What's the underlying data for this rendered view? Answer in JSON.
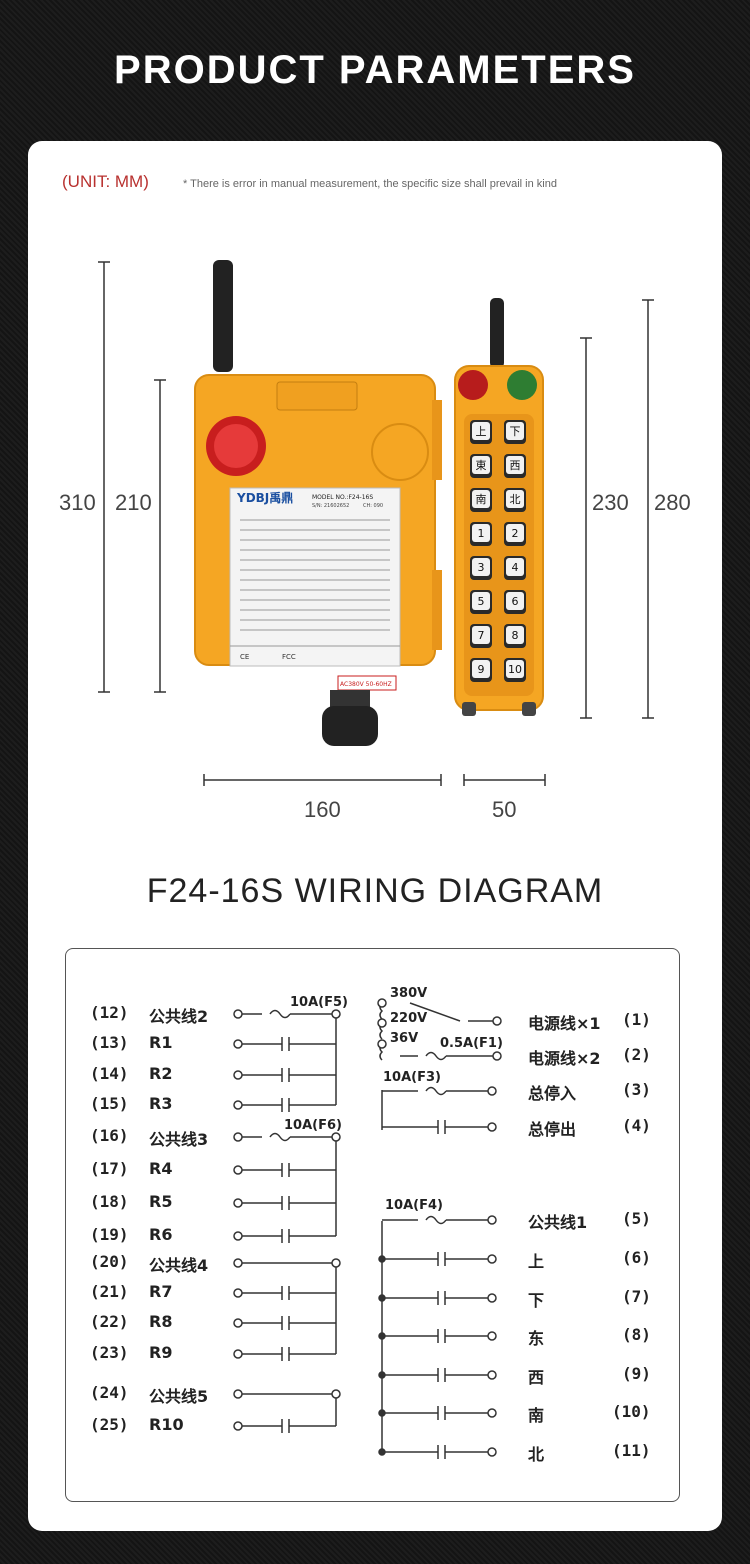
{
  "header": {
    "title": "PRODUCT  PARAMETERS"
  },
  "unit": {
    "label": "(UNIT: MM)",
    "note": "* There is error in manual measurement, the specific size shall prevail in kind"
  },
  "dimensions": {
    "h310": "310",
    "h210": "210",
    "h230": "230",
    "h280": "280",
    "w160": "160",
    "w50": "50"
  },
  "receiver": {
    "brand": "YDBJ禹鼎",
    "model": "MODEL NO.:F24-16S",
    "sn": "S/N: 21602652",
    "ch": "CH: 090",
    "cert_ce": "CE",
    "cert_fcc": "FCC",
    "voltage": "AC380V 50-60HZ"
  },
  "transmitter": {
    "buttons": [
      "上",
      "下",
      "東",
      "西",
      "南",
      "北",
      "1",
      "2",
      "3",
      "4",
      "5",
      "6",
      "7",
      "8",
      "9",
      "10"
    ]
  },
  "wiring": {
    "title": "F24-16S WIRING DIAGRAM",
    "left": [
      {
        "num": "(12)",
        "label": "公共线2"
      },
      {
        "num": "(13)",
        "label": "R1"
      },
      {
        "num": "(14)",
        "label": "R2"
      },
      {
        "num": "(15)",
        "label": "R3"
      },
      {
        "num": "(16)",
        "label": "公共线3"
      },
      {
        "num": "(17)",
        "label": "R4"
      },
      {
        "num": "(18)",
        "label": "R5"
      },
      {
        "num": "(19)",
        "label": "R6"
      },
      {
        "num": "(20)",
        "label": "公共线4"
      },
      {
        "num": "(21)",
        "label": "R7"
      },
      {
        "num": "(22)",
        "label": "R8"
      },
      {
        "num": "(23)",
        "label": "R9"
      },
      {
        "num": "(24)",
        "label": "公共线5"
      },
      {
        "num": "(25)",
        "label": "R10"
      }
    ],
    "right": [
      {
        "num": "(1)",
        "label": "电源线×1"
      },
      {
        "num": "(2)",
        "label": "电源线×2"
      },
      {
        "num": "(3)",
        "label": "总停入"
      },
      {
        "num": "(4)",
        "label": "总停出"
      },
      {
        "num": "(5)",
        "label": "公共线1"
      },
      {
        "num": "(6)",
        "label": "上"
      },
      {
        "num": "(7)",
        "label": "下"
      },
      {
        "num": "(8)",
        "label": "东"
      },
      {
        "num": "(9)",
        "label": "西"
      },
      {
        "num": "(10)",
        "label": "南"
      },
      {
        "num": "(11)",
        "label": "北"
      }
    ],
    "fuses": {
      "f5": "10A(F5)",
      "f6": "10A(F6)",
      "f1": "0.5A(F1)",
      "f3": "10A(F3)",
      "f4": "10A(F4)"
    },
    "voltages": [
      "380V",
      "220V",
      "36V"
    ]
  }
}
